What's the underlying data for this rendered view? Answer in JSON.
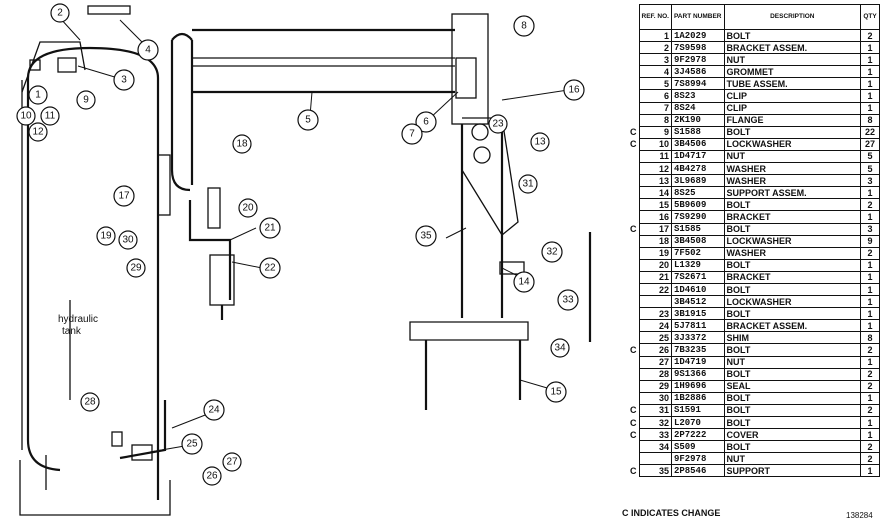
{
  "drawing": {
    "callout_hydraulic": "hydraulic",
    "callout_tank": "tank"
  },
  "balloons": [
    "1",
    "2",
    "3",
    "4",
    "5",
    "6",
    "7",
    "8",
    "9",
    "10",
    "11",
    "12",
    "13",
    "14",
    "15",
    "16",
    "17",
    "18",
    "19",
    "20",
    "21",
    "22",
    "23",
    "24",
    "25",
    "26",
    "27",
    "28",
    "29",
    "30",
    "31",
    "32",
    "33",
    "34",
    "35"
  ],
  "table": {
    "headers": {
      "ref": "REF. NO.",
      "part": "PART NUMBER",
      "desc": "DESCRIPTION",
      "qty": "QTY"
    },
    "rows": [
      {
        "chg": "",
        "ref": "1",
        "pn": "1A2029",
        "desc": "BOLT",
        "qty": "2"
      },
      {
        "chg": "",
        "ref": "2",
        "pn": "7S9598",
        "desc": "BRACKET ASSEM.",
        "qty": "1"
      },
      {
        "chg": "",
        "ref": "3",
        "pn": "9F2978",
        "desc": "NUT",
        "qty": "1"
      },
      {
        "chg": "",
        "ref": "4",
        "pn": "3J4586",
        "desc": "GROMMET",
        "qty": "1"
      },
      {
        "chg": "",
        "ref": "5",
        "pn": "7S8994",
        "desc": "TUBE ASSEM.",
        "qty": "1"
      },
      {
        "chg": "",
        "ref": "6",
        "pn": "8S23",
        "desc": "CLIP",
        "qty": "1"
      },
      {
        "chg": "",
        "ref": "7",
        "pn": "8S24",
        "desc": "CLIP",
        "qty": "1"
      },
      {
        "chg": "",
        "ref": "8",
        "pn": "2K190",
        "desc": "FLANGE",
        "qty": "8"
      },
      {
        "chg": "C",
        "ref": "9",
        "pn": "S1588",
        "desc": "BOLT",
        "qty": "22"
      },
      {
        "chg": "C",
        "ref": "10",
        "pn": "3B4506",
        "desc": "LOCKWASHER",
        "qty": "27"
      },
      {
        "chg": "",
        "ref": "11",
        "pn": "1D4717",
        "desc": "NUT",
        "qty": "5"
      },
      {
        "chg": "",
        "ref": "12",
        "pn": "4B4278",
        "desc": "WASHER",
        "qty": "5"
      },
      {
        "chg": "",
        "ref": "13",
        "pn": "3L9689",
        "desc": "WASHER",
        "qty": "3"
      },
      {
        "chg": "",
        "ref": "14",
        "pn": "8S25",
        "desc": "SUPPORT ASSEM.",
        "qty": "1"
      },
      {
        "chg": "",
        "ref": "15",
        "pn": "5B9609",
        "desc": "BOLT",
        "qty": "2"
      },
      {
        "chg": "",
        "ref": "16",
        "pn": "7S9290",
        "desc": "BRACKET",
        "qty": "1"
      },
      {
        "chg": "C",
        "ref": "17",
        "pn": "S1585",
        "desc": "BOLT",
        "qty": "3"
      },
      {
        "chg": "",
        "ref": "18",
        "pn": "3B4508",
        "desc": "LOCKWASHER",
        "qty": "9"
      },
      {
        "chg": "",
        "ref": "19",
        "pn": "7F502",
        "desc": "WASHER",
        "qty": "2"
      },
      {
        "chg": "",
        "ref": "20",
        "pn": "L1329",
        "desc": "BOLT",
        "qty": "1"
      },
      {
        "chg": "",
        "ref": "21",
        "pn": "7S2671",
        "desc": "BRACKET",
        "qty": "1"
      },
      {
        "chg": "",
        "ref": "22",
        "pn": "1D4610",
        "desc": "BOLT",
        "qty": "1"
      },
      {
        "chg": "",
        "ref": "",
        "pn": "3B4512",
        "desc": "LOCKWASHER",
        "qty": "1"
      },
      {
        "chg": "",
        "ref": "23",
        "pn": "3B1915",
        "desc": "BOLT",
        "qty": "1"
      },
      {
        "chg": "",
        "ref": "24",
        "pn": "5J7811",
        "desc": "BRACKET ASSEM.",
        "qty": "1"
      },
      {
        "chg": "",
        "ref": "25",
        "pn": "3J3372",
        "desc": "SHIM",
        "qty": "8"
      },
      {
        "chg": "C",
        "ref": "26",
        "pn": "7B3235",
        "desc": "BOLT",
        "qty": "2"
      },
      {
        "chg": "",
        "ref": "27",
        "pn": "1D4719",
        "desc": "NUT",
        "qty": "1"
      },
      {
        "chg": "",
        "ref": "28",
        "pn": "9S1366",
        "desc": "BOLT",
        "qty": "2"
      },
      {
        "chg": "",
        "ref": "29",
        "pn": "1H9696",
        "desc": "SEAL",
        "qty": "2"
      },
      {
        "chg": "",
        "ref": "30",
        "pn": "1B2886",
        "desc": "BOLT",
        "qty": "1"
      },
      {
        "chg": "C",
        "ref": "31",
        "pn": "S1591",
        "desc": "BOLT",
        "qty": "2"
      },
      {
        "chg": "C",
        "ref": "32",
        "pn": "L2070",
        "desc": "BOLT",
        "qty": "1"
      },
      {
        "chg": "C",
        "ref": "33",
        "pn": "2P7222",
        "desc": "COVER",
        "qty": "1"
      },
      {
        "chg": "",
        "ref": "34",
        "pn": "S509",
        "desc": "BOLT",
        "qty": "2"
      },
      {
        "chg": "",
        "ref": "",
        "pn": "9F2978",
        "desc": "NUT",
        "qty": "2"
      },
      {
        "chg": "C",
        "ref": "35",
        "pn": "2P8546",
        "desc": "SUPPORT",
        "qty": "1"
      }
    ]
  },
  "footnote": "C INDICATES CHANGE",
  "drawing_number": "138284"
}
